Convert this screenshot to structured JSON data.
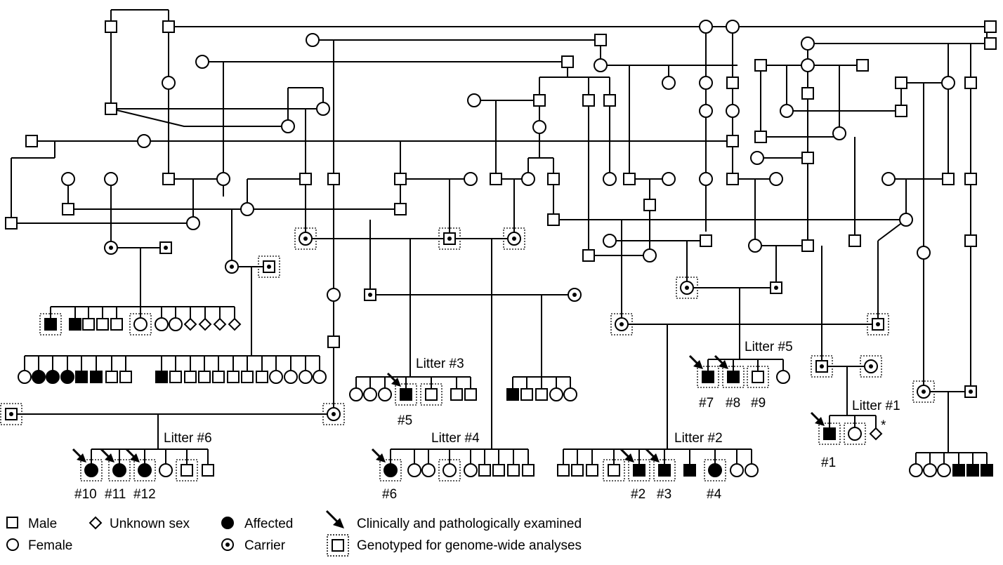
{
  "litters": {
    "l1": "Litter #1",
    "l2": "Litter #2",
    "l3": "Litter #3",
    "l4": "Litter #4",
    "l5": "Litter #5",
    "l6": "Litter #6"
  },
  "ids": {
    "n1": "#1",
    "n2": "#2",
    "n3": "#3",
    "n4": "#4",
    "n5": "#5",
    "n6": "#6",
    "n7": "#7",
    "n8": "#8",
    "n9": "#9",
    "n10": "#10",
    "n11": "#11",
    "n12": "#12"
  },
  "asterisk": "*",
  "legend": {
    "male": "Male",
    "female": "Female",
    "unknown": "Unknown sex",
    "affected": "Affected",
    "carrier": "Carrier",
    "examined": "Clinically and pathologically examined",
    "genotyped": "Genotyped for genome-wide analyses"
  },
  "colors": {
    "line": "#000000",
    "fill_affected": "#000000",
    "background": "#ffffff"
  }
}
